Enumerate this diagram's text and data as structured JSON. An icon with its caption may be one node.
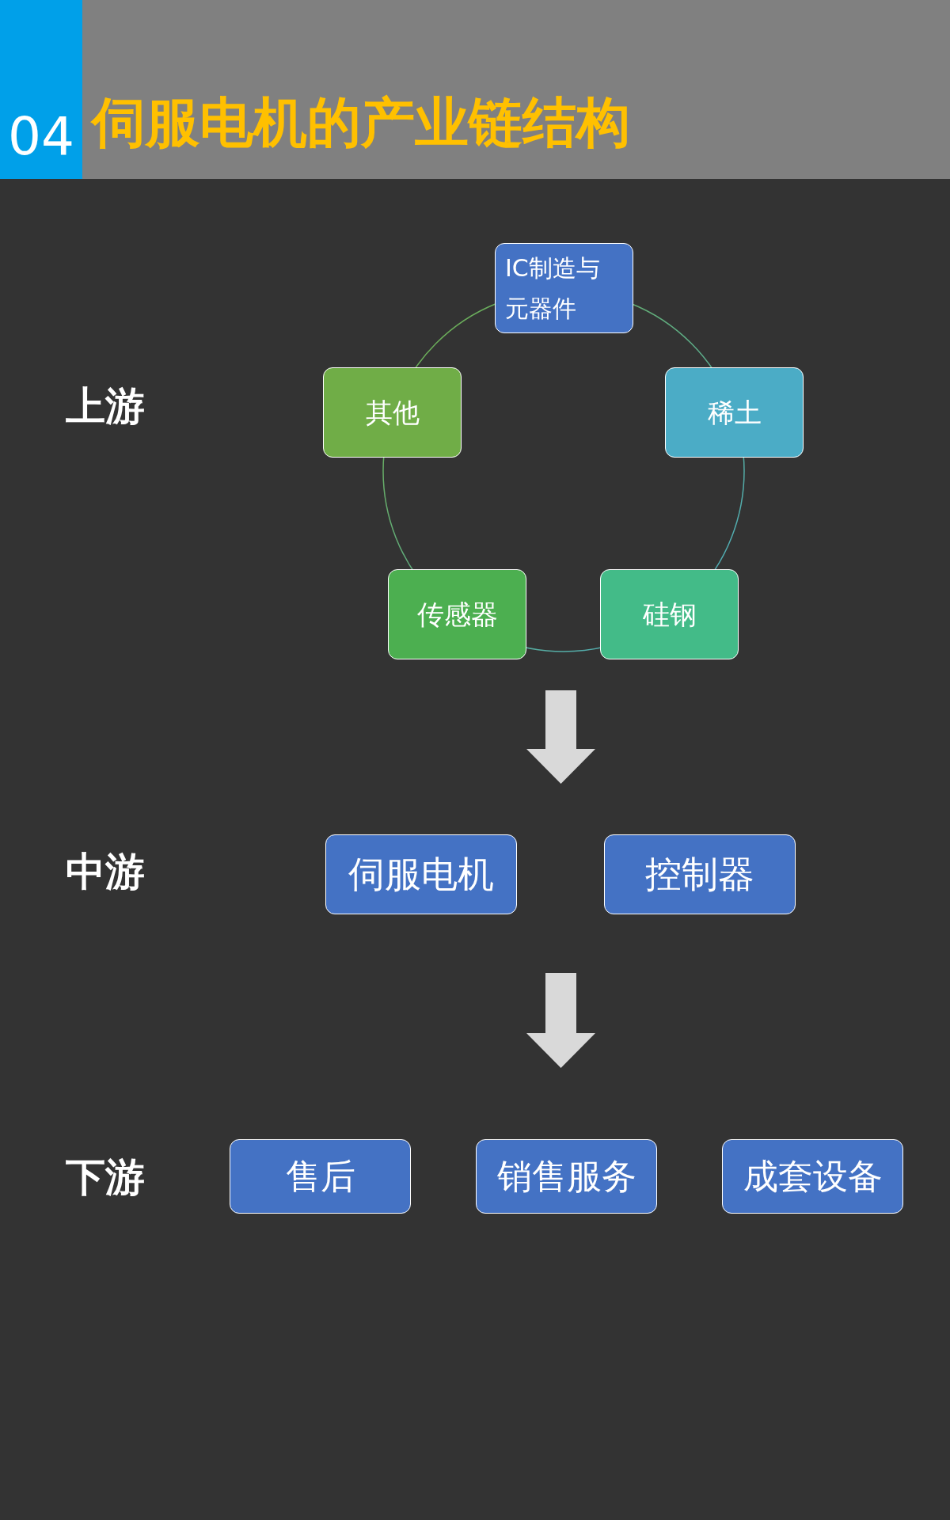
{
  "diagram": {
    "title": "伺服电机的产业链结构",
    "nodes": [
      {
        "text": [
          "IC制造与元器件"
        ]
      },
      {
        "text": [
          "其他"
        ]
      },
      {
        "text": [
          "稀土"
        ]
      },
      {
        "text": [
          "传感器"
        ]
      },
      {
        "text": [
          "硅钢"
        ]
      },
      {
        "text": [
          "伺服电机"
        ]
      },
      {
        "text": [
          "控制器"
        ]
      },
      {
        "text": [
          "售后"
        ]
      },
      {
        "text": [
          "销售服务"
        ]
      },
      {
        "text": [
          "成套设备"
        ]
      }
    ],
    "labels": [
      "04",
      "上游",
      "中游",
      "下游"
    ]
  }
}
